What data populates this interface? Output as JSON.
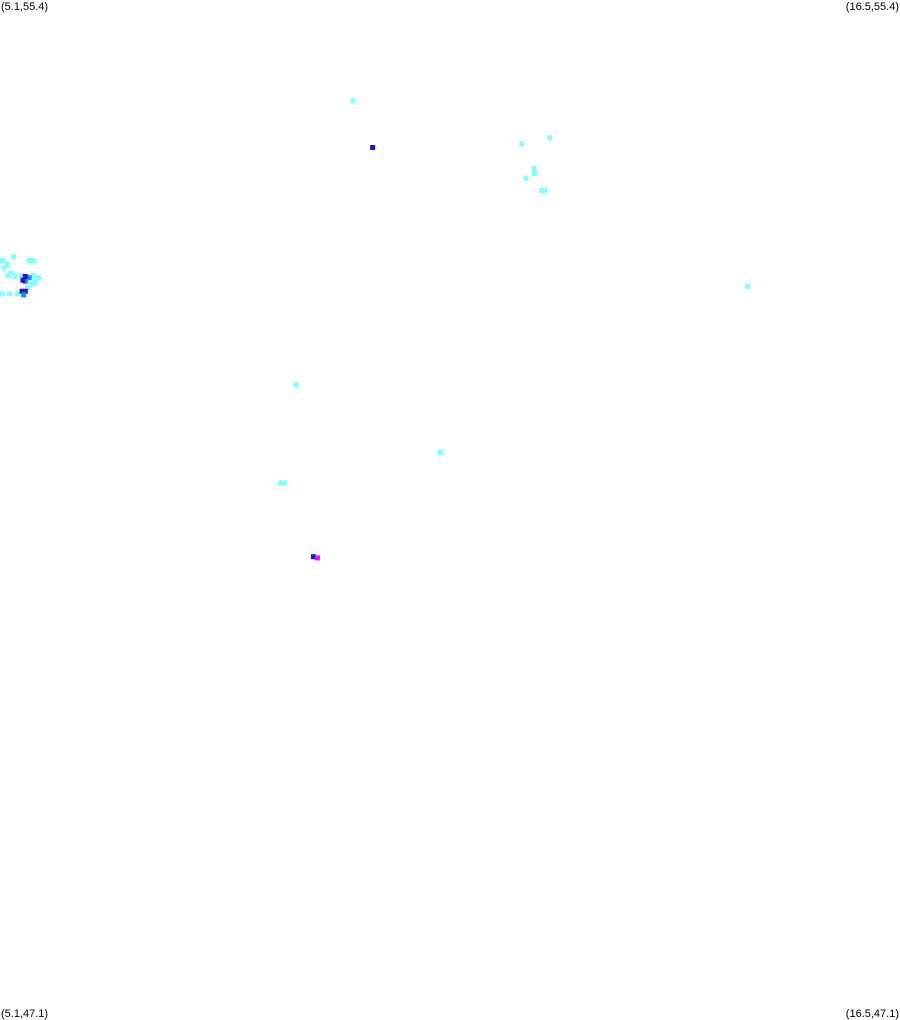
{
  "corners": {
    "top_left": "(5.1,55.4)",
    "top_right": "(16.5,55.4)",
    "bottom_left": "(5.1,47.1)",
    "bottom_right": "(16.5,47.1)"
  },
  "chart_data": {
    "type": "heatmap",
    "x_range": [
      5.1,
      16.5
    ],
    "y_range": [
      47.1,
      55.4
    ],
    "colors": {
      "low": "#80ffff",
      "mid": "#1a8cff",
      "high": "#1a1acc",
      "peak": "#ff00ff"
    },
    "cells": [
      {
        "x": 9.57,
        "y": 54.58,
        "level": "low"
      },
      {
        "x": 9.82,
        "y": 54.2,
        "level": "high"
      },
      {
        "x": 11.71,
        "y": 54.23,
        "level": "low"
      },
      {
        "x": 12.06,
        "y": 54.28,
        "level": "low"
      },
      {
        "x": 11.76,
        "y": 53.95,
        "level": "low"
      },
      {
        "x": 11.87,
        "y": 53.99,
        "level": "low"
      },
      {
        "x": 11.86,
        "y": 54.03,
        "level": "low"
      },
      {
        "x": 11.96,
        "y": 53.85,
        "level": "low"
      },
      {
        "x": 12.0,
        "y": 53.85,
        "level": "low"
      },
      {
        "x": 14.57,
        "y": 53.07,
        "level": "low"
      },
      {
        "x": 5.12,
        "y": 53.28,
        "level": "low"
      },
      {
        "x": 5.15,
        "y": 53.22,
        "level": "low"
      },
      {
        "x": 5.19,
        "y": 53.25,
        "level": "low"
      },
      {
        "x": 5.27,
        "y": 53.31,
        "level": "low"
      },
      {
        "x": 5.24,
        "y": 53.18,
        "level": "low"
      },
      {
        "x": 5.2,
        "y": 53.16,
        "level": "low"
      },
      {
        "x": 5.29,
        "y": 53.15,
        "level": "low"
      },
      {
        "x": 5.37,
        "y": 53.16,
        "level": "low"
      },
      {
        "x": 5.47,
        "y": 53.28,
        "level": "low"
      },
      {
        "x": 5.52,
        "y": 53.28,
        "level": "low"
      },
      {
        "x": 5.52,
        "y": 53.16,
        "level": "low"
      },
      {
        "x": 5.55,
        "y": 53.13,
        "level": "low"
      },
      {
        "x": 5.59,
        "y": 53.14,
        "level": "low"
      },
      {
        "x": 5.54,
        "y": 53.1,
        "level": "low"
      },
      {
        "x": 5.49,
        "y": 53.09,
        "level": "low"
      },
      {
        "x": 5.45,
        "y": 53.06,
        "level": "low"
      },
      {
        "x": 5.39,
        "y": 53.02,
        "level": "low"
      },
      {
        "x": 5.32,
        "y": 53.01,
        "level": "low"
      },
      {
        "x": 5.22,
        "y": 53.01,
        "level": "low"
      },
      {
        "x": 5.12,
        "y": 53.01,
        "level": "low"
      },
      {
        "x": 5.47,
        "y": 53.14,
        "level": "mid"
      },
      {
        "x": 5.42,
        "y": 53.11,
        "level": "mid"
      },
      {
        "x": 5.39,
        "y": 53.12,
        "level": "high"
      },
      {
        "x": 5.42,
        "y": 53.15,
        "level": "high"
      },
      {
        "x": 5.38,
        "y": 53.03,
        "level": "high"
      },
      {
        "x": 5.42,
        "y": 53.03,
        "level": "high"
      },
      {
        "x": 5.4,
        "y": 53.0,
        "level": "mid"
      },
      {
        "x": 8.85,
        "y": 52.27,
        "level": "low"
      },
      {
        "x": 10.68,
        "y": 51.72,
        "level": "low"
      },
      {
        "x": 8.65,
        "y": 51.47,
        "level": "low"
      },
      {
        "x": 8.7,
        "y": 51.47,
        "level": "low"
      },
      {
        "x": 9.07,
        "y": 50.87,
        "level": "high"
      },
      {
        "x": 9.12,
        "y": 50.86,
        "level": "peak"
      }
    ]
  }
}
